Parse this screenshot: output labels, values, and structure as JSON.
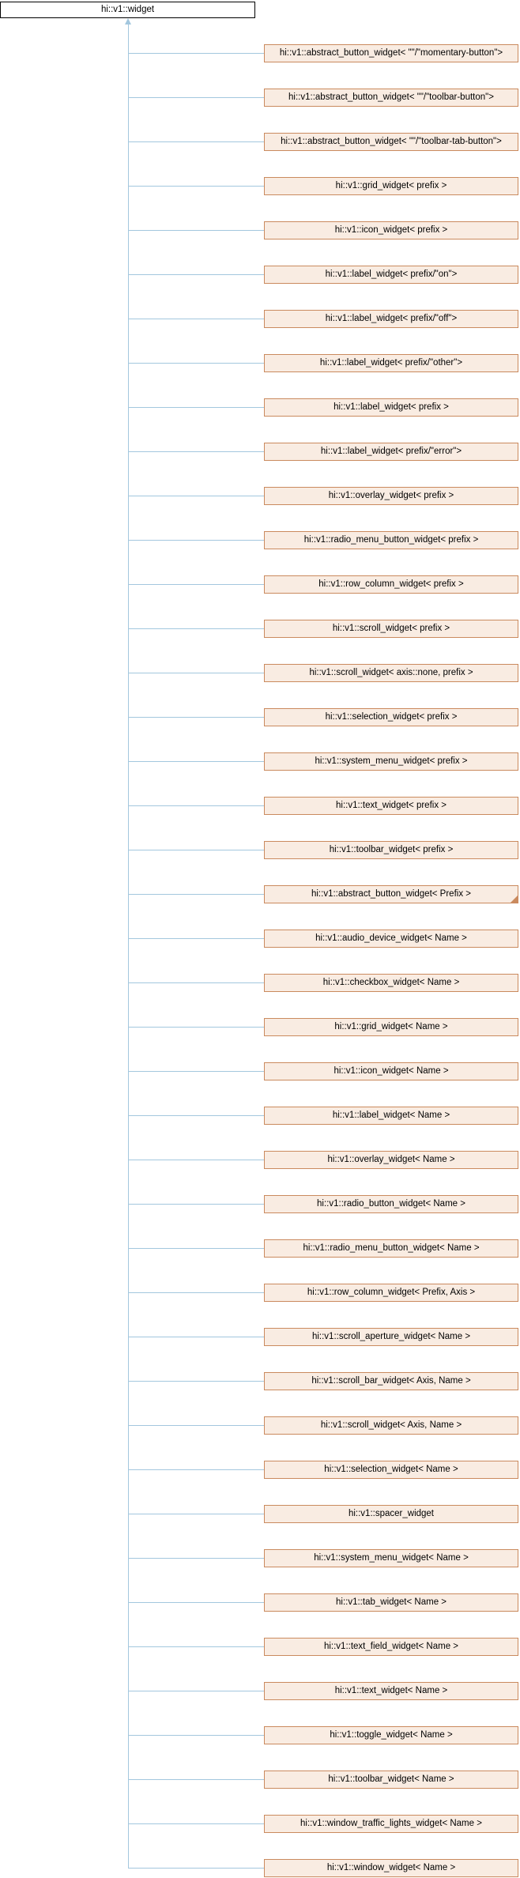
{
  "colors": {
    "edge": "#a3c7de",
    "node_fill": "#f9ece2",
    "node_border": "#ca8a5e",
    "root_fill": "#ffffff",
    "root_border": "#000000",
    "text": "#000000"
  },
  "diagram": {
    "type": "inheritance-graph",
    "root": {
      "label": "hi::v1::widget"
    },
    "children": [
      {
        "label": "hi::v1::abstract_button_widget< \"\"/\"momentary-button\">"
      },
      {
        "label": "hi::v1::abstract_button_widget< \"\"/\"toolbar-button\">"
      },
      {
        "label": "hi::v1::abstract_button_widget< \"\"/\"toolbar-tab-button\">"
      },
      {
        "label": "hi::v1::grid_widget< prefix >"
      },
      {
        "label": "hi::v1::icon_widget< prefix >"
      },
      {
        "label": "hi::v1::label_widget< prefix/\"on\">"
      },
      {
        "label": "hi::v1::label_widget< prefix/\"off\">"
      },
      {
        "label": "hi::v1::label_widget< prefix/\"other\">"
      },
      {
        "label": "hi::v1::label_widget< prefix >"
      },
      {
        "label": "hi::v1::label_widget< prefix/\"error\">"
      },
      {
        "label": "hi::v1::overlay_widget< prefix >"
      },
      {
        "label": "hi::v1::radio_menu_button_widget< prefix >"
      },
      {
        "label": "hi::v1::row_column_widget< prefix >"
      },
      {
        "label": "hi::v1::scroll_widget< prefix >"
      },
      {
        "label": "hi::v1::scroll_widget< axis::none, prefix >"
      },
      {
        "label": "hi::v1::selection_widget< prefix >"
      },
      {
        "label": "hi::v1::system_menu_widget< prefix >"
      },
      {
        "label": "hi::v1::text_widget< prefix >"
      },
      {
        "label": "hi::v1::toolbar_widget< prefix >"
      },
      {
        "label": "hi::v1::abstract_button_widget< Prefix >",
        "truncated": true
      },
      {
        "label": "hi::v1::audio_device_widget< Name >"
      },
      {
        "label": "hi::v1::checkbox_widget< Name >"
      },
      {
        "label": "hi::v1::grid_widget< Name >"
      },
      {
        "label": "hi::v1::icon_widget< Name >"
      },
      {
        "label": "hi::v1::label_widget< Name >"
      },
      {
        "label": "hi::v1::overlay_widget< Name >"
      },
      {
        "label": "hi::v1::radio_button_widget< Name >"
      },
      {
        "label": "hi::v1::radio_menu_button_widget< Name >"
      },
      {
        "label": "hi::v1::row_column_widget< Prefix, Axis >"
      },
      {
        "label": "hi::v1::scroll_aperture_widget< Name >"
      },
      {
        "label": "hi::v1::scroll_bar_widget< Axis, Name >"
      },
      {
        "label": "hi::v1::scroll_widget< Axis, Name >"
      },
      {
        "label": "hi::v1::selection_widget< Name >"
      },
      {
        "label": "hi::v1::spacer_widget"
      },
      {
        "label": "hi::v1::system_menu_widget< Name >"
      },
      {
        "label": "hi::v1::tab_widget< Name >"
      },
      {
        "label": "hi::v1::text_field_widget< Name >"
      },
      {
        "label": "hi::v1::text_widget< Name >"
      },
      {
        "label": "hi::v1::toggle_widget< Name >"
      },
      {
        "label": "hi::v1::toolbar_widget< Name >"
      },
      {
        "label": "hi::v1::window_traffic_lights_widget< Name >"
      },
      {
        "label": "hi::v1::window_widget< Name >"
      }
    ]
  }
}
